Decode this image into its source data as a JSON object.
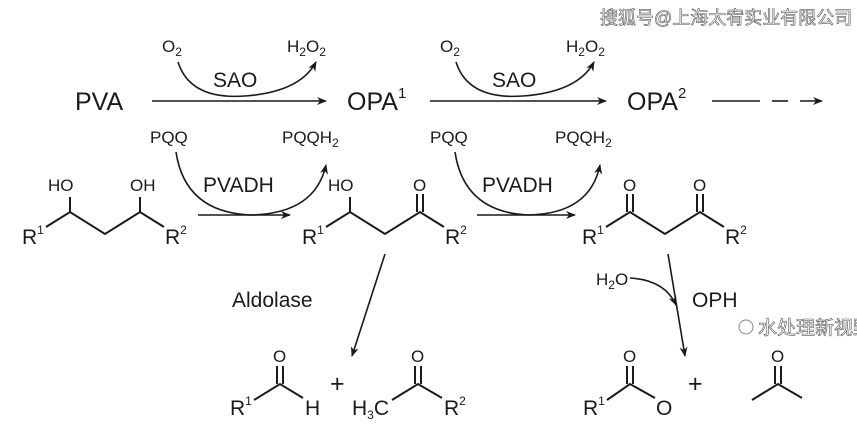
{
  "title": "PVA degradation pathway",
  "row1": {
    "pva": "PVA",
    "opa1": "OPA",
    "opa1_sup": "1",
    "opa2": "OPA",
    "opa2_sup": "2",
    "enzyme1": "SAO",
    "enzyme2": "SAO",
    "o2": "O",
    "o2_sub": "2",
    "h2o2_h": "H",
    "h2o2_sub1": "2",
    "h2o2_o": "O",
    "h2o2_sub2": "2"
  },
  "row2": {
    "pqq": "PQQ",
    "pqqh2": "PQQH",
    "pqqh2_sub": "2",
    "enzyme": "PVADH"
  },
  "molecules": {
    "r": "R",
    "r1_sup": "1",
    "r2_sup": "2",
    "ho": "HO",
    "oh": "OH",
    "o": "O",
    "h": "H",
    "h3c": "H",
    "h3c_sub": "3",
    "h3c_c": "C",
    "plus": "+"
  },
  "aldolase": "Aldolase",
  "oph": "OPH",
  "h2o": {
    "h": "H",
    "sub": "2",
    "o": "O"
  },
  "watermark": {
    "line1": "水处理新视野",
    "line2": "搜狐号@上海太宥实业有限公司"
  }
}
